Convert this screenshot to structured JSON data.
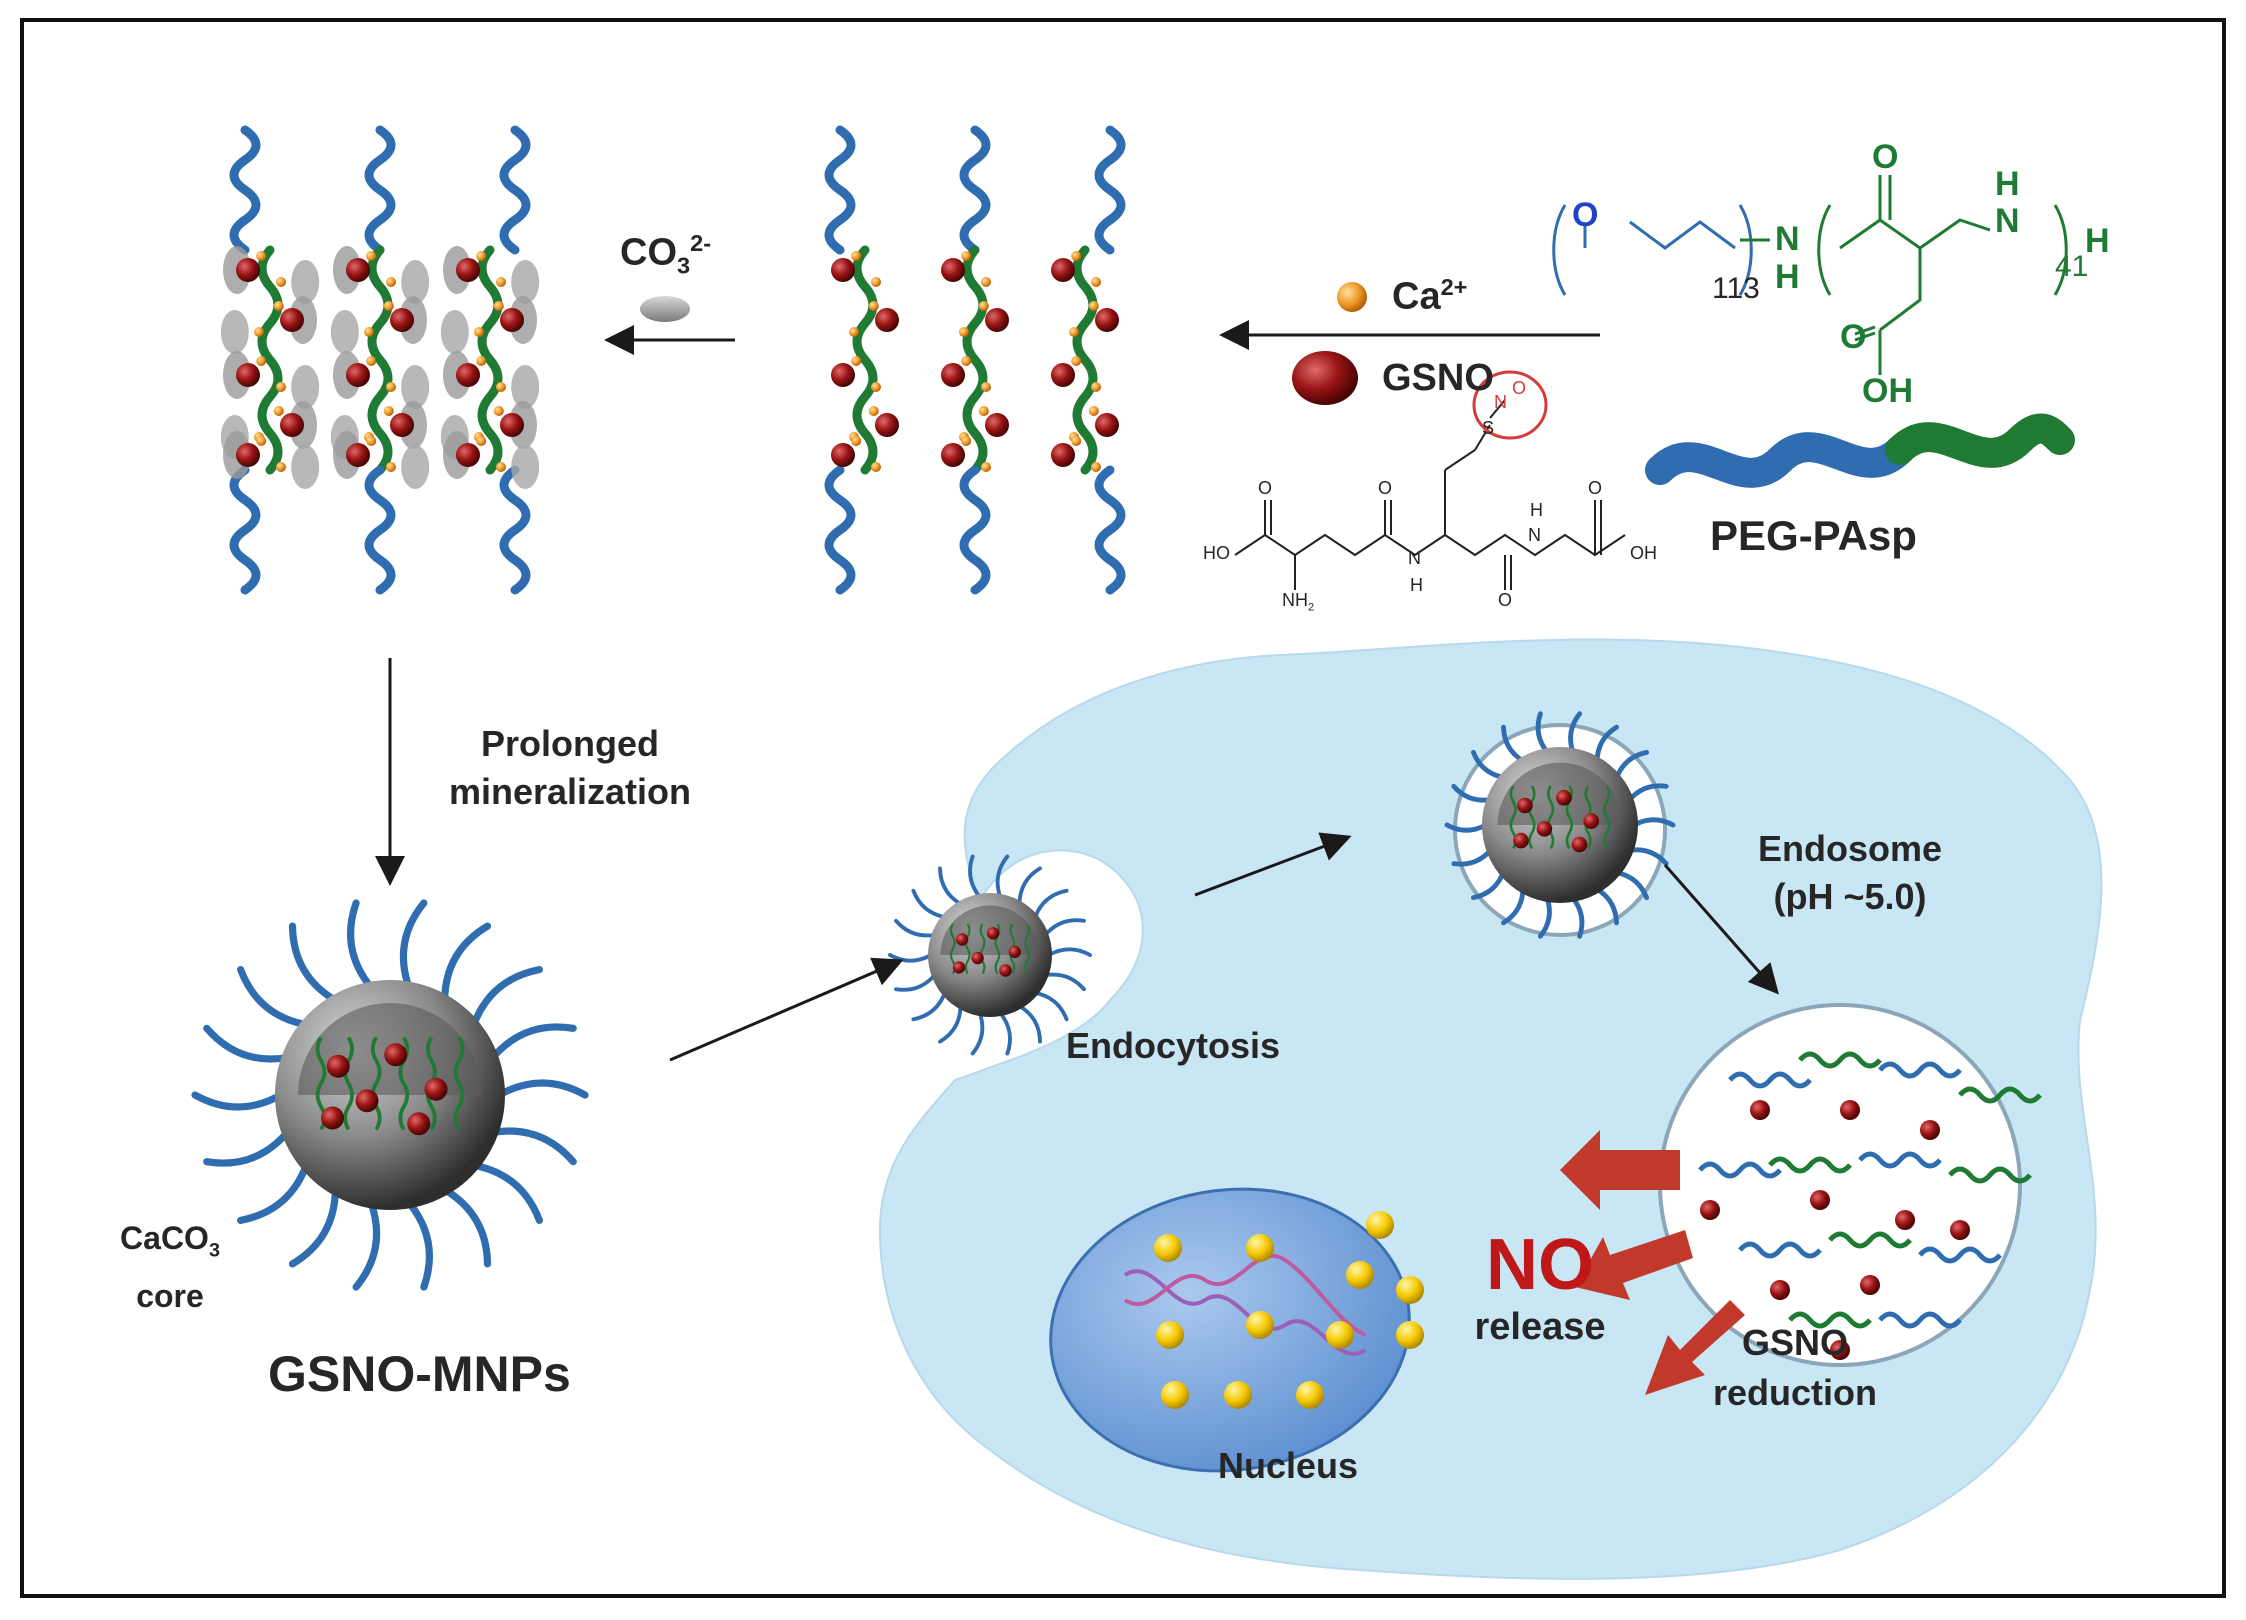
{
  "labels": {
    "carbonate": "CO",
    "carbonate_sub": "3",
    "carbonate_sup": "2-",
    "calcium": "Ca",
    "calcium_sup": "2+",
    "gsno": "GSNO",
    "polymer_name": "PEG-PAsp",
    "peg_repeat": "113",
    "pasp_repeat": "41",
    "mineralization_line1": "Prolonged",
    "mineralization_line2": "mineralization",
    "core_line1": "CaCO",
    "core_sub": "3",
    "core_line2": "core",
    "product": "GSNO-MNPs",
    "endocytosis": "Endocytosis",
    "endosome_line1": "Endosome",
    "endosome_line2": "(pH ~5.0)",
    "no_big": "NO",
    "no_release": "release",
    "reduction_line1": "GSNO",
    "reduction_line2": "reduction",
    "nucleus": "Nucleus"
  },
  "struct_atoms": {
    "peg_o": "O",
    "n1": "N",
    "h1": "H",
    "carbonyl_o": "O",
    "h_top": "H",
    "n2": "N",
    "h_end": "H",
    "acid_o": "O",
    "oh": "OH"
  },
  "gsno_struct": {
    "ho_left": "HO",
    "oh_right": "OH",
    "nh2": "NH",
    "nh2_sub": "2",
    "n_a": "N",
    "h_a": "H",
    "n_b": "N",
    "h_b": "H",
    "s": "S",
    "n_no": "N",
    "o_no": "O",
    "o1": "O",
    "o2": "O",
    "o3": "O",
    "o4": "O"
  },
  "colors": {
    "peg": "#2f6db0",
    "pasp": "#1f7a33",
    "gsno": "#8b1010",
    "calcium": "#f09a2a",
    "cell": "#c9e6f5",
    "no_text": "#c01818",
    "arrow_red": "#c0392b",
    "nucleus": "#7aa8de",
    "no_dot": "#f5c800"
  }
}
